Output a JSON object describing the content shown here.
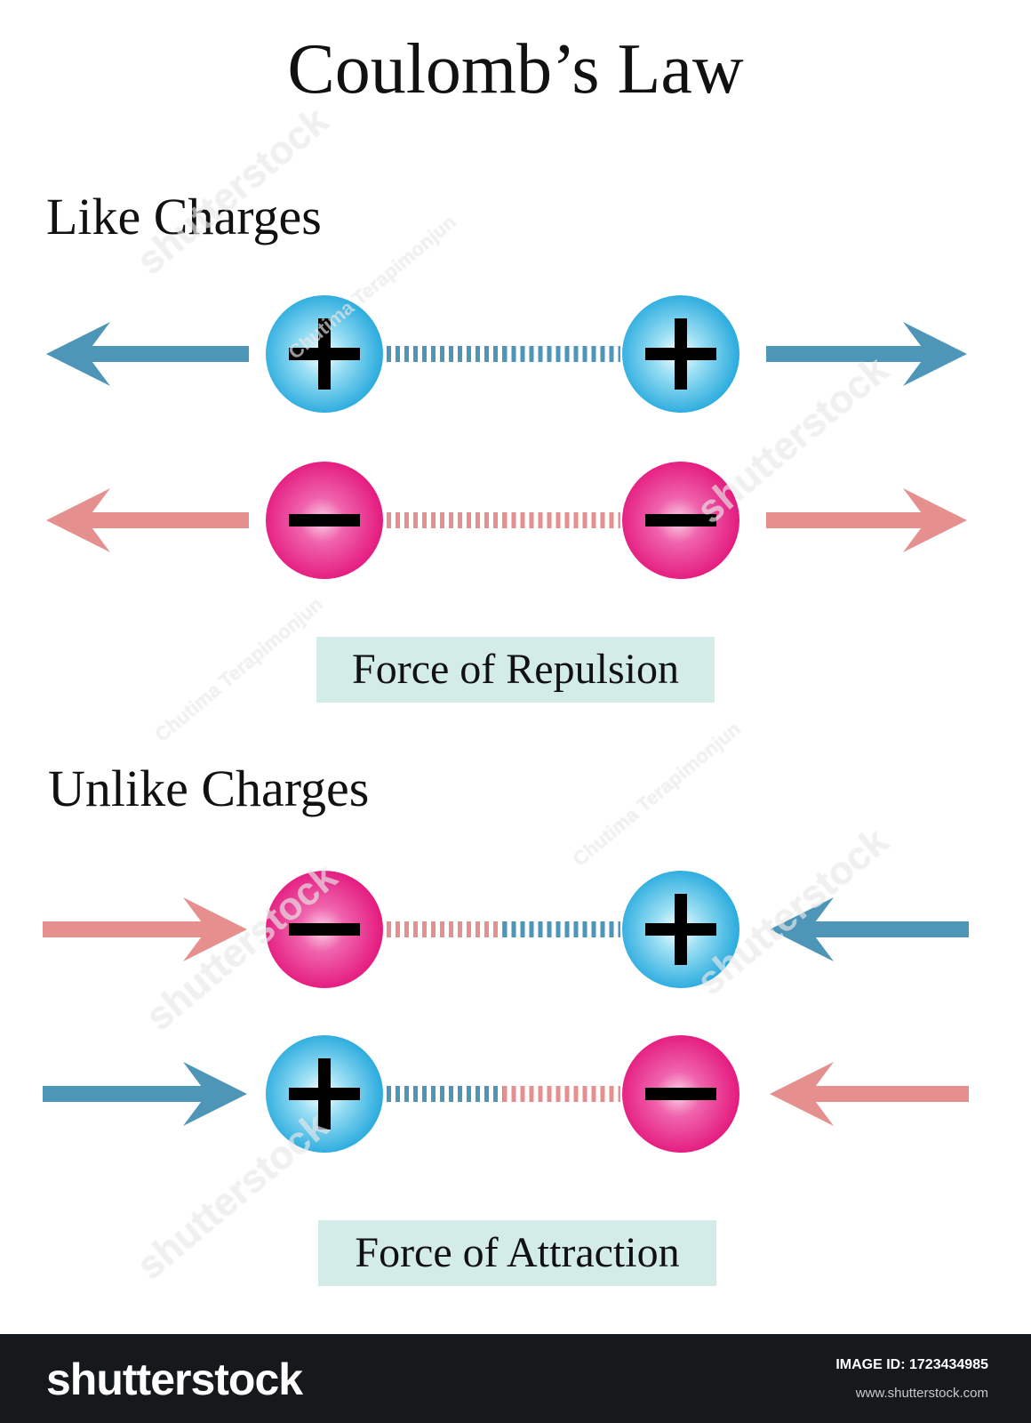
{
  "title": "Coulomb’s Law",
  "colors": {
    "positive_charge": "#22a9dd",
    "negative_charge": "#e8177d",
    "positive_arrow": "#4d96b8",
    "negative_arrow": "#e58f8f",
    "label_background": "#d3ece7"
  },
  "sections": [
    {
      "heading": "Like Charges",
      "force_label": "Force of Repulsion",
      "rows": [
        {
          "left_charge": "+",
          "right_charge": "+",
          "left_arrow": "outward",
          "right_arrow": "outward",
          "left_arrow_color": "positive",
          "right_arrow_color": "positive"
        },
        {
          "left_charge": "−",
          "right_charge": "−",
          "left_arrow": "outward",
          "right_arrow": "outward",
          "left_arrow_color": "negative",
          "right_arrow_color": "negative"
        }
      ]
    },
    {
      "heading": "Unlike Charges",
      "force_label": "Force of Attraction",
      "rows": [
        {
          "left_charge": "−",
          "right_charge": "+",
          "left_arrow": "inward",
          "right_arrow": "inward",
          "left_arrow_color": "negative",
          "right_arrow_color": "positive"
        },
        {
          "left_charge": "+",
          "right_charge": "−",
          "left_arrow": "inward",
          "right_arrow": "inward",
          "left_arrow_color": "positive",
          "right_arrow_color": "negative"
        }
      ]
    }
  ],
  "watermarks": {
    "brand": "shutterstock",
    "author": "Chutima Terapimonjun"
  },
  "footer": {
    "brand": "shutterstock",
    "image_id": "IMAGE ID: 1723434985",
    "site": "www.shutterstock.com"
  }
}
